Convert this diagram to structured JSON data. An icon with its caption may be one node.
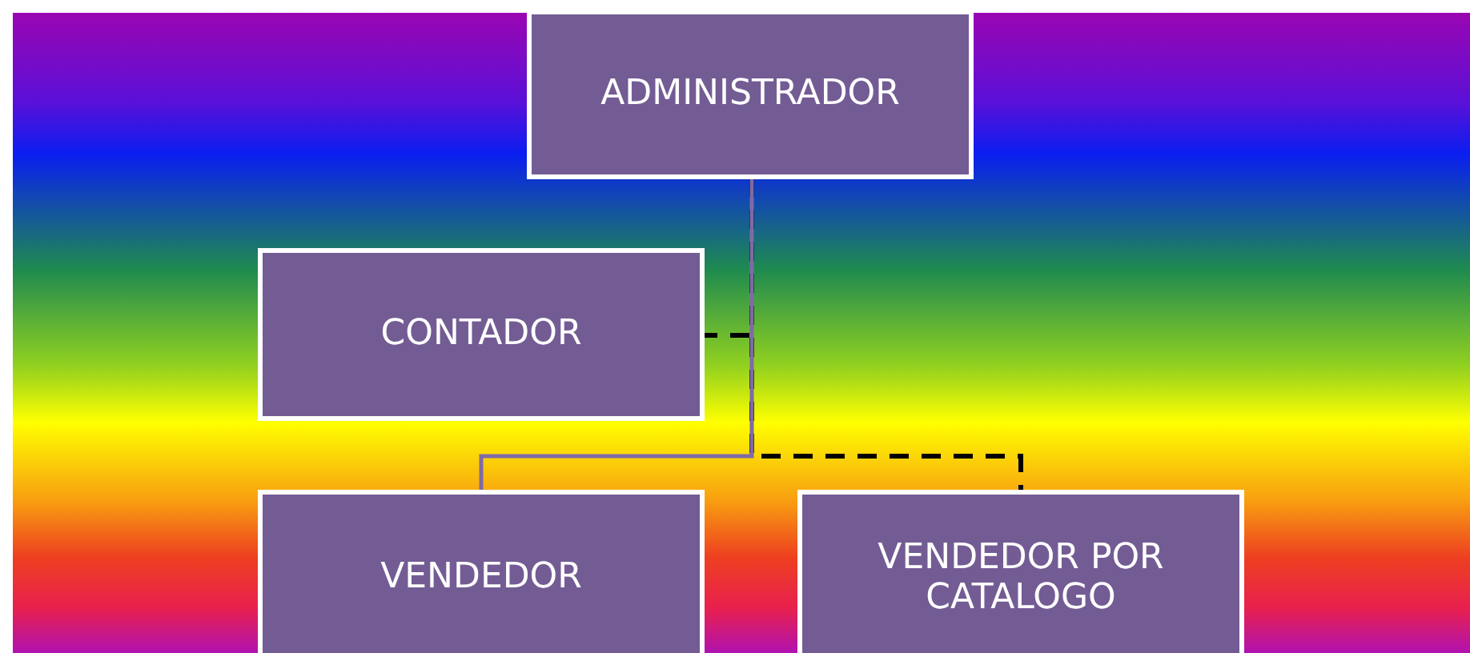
{
  "diagram": {
    "nodes": [
      {
        "text": [
          "ADMINISTRADOR"
        ]
      },
      {
        "text": [
          "CONTADOR"
        ]
      },
      {
        "text": [
          "VENDEDOR"
        ]
      },
      {
        "text": [
          "VENDEDOR POR CATALOGO"
        ]
      }
    ],
    "edges": [
      {
        "from": 0,
        "to": 1,
        "arrow": "none",
        "style": "dashed"
      },
      {
        "from": 0,
        "to": 3,
        "arrow": "none",
        "style": "dashed"
      },
      {
        "from": 0,
        "to": 2,
        "arrow": "none",
        "color": "#7f6aa6"
      }
    ]
  }
}
